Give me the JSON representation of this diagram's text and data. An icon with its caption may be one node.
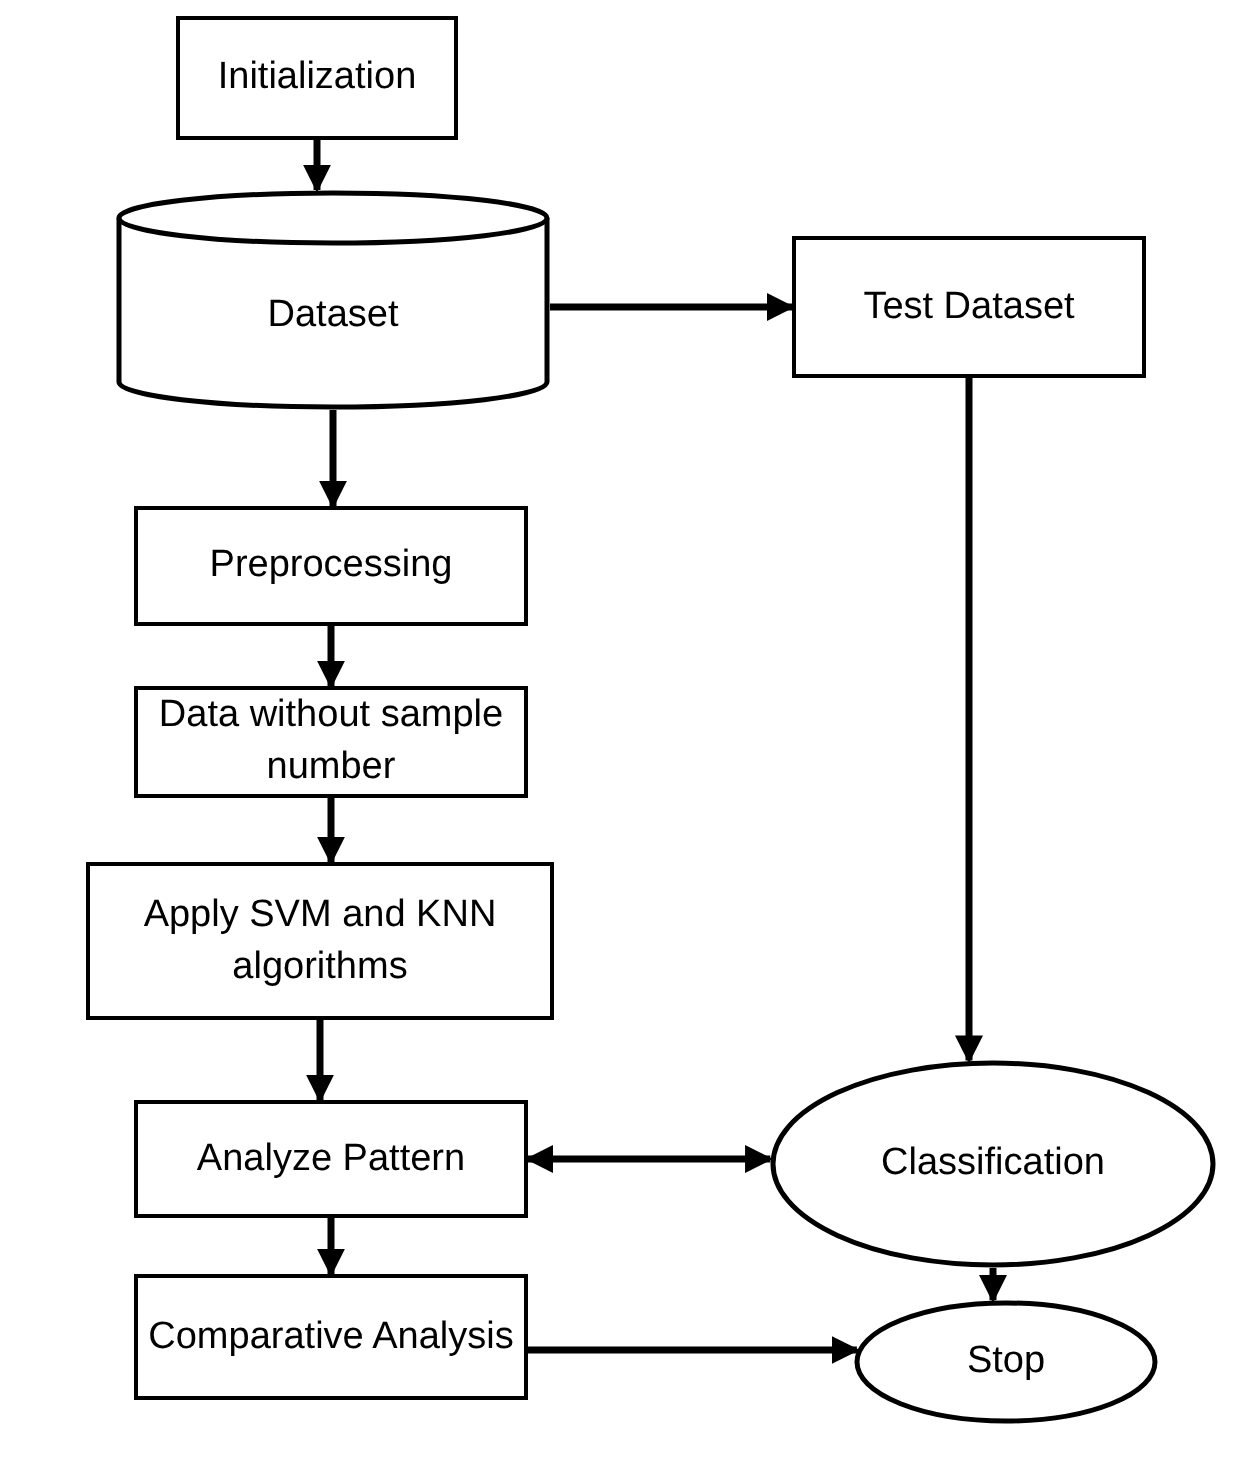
{
  "diagram": {
    "nodes": [
      {
        "text": [
          "Initialization"
        ]
      },
      {
        "text": [
          "Dataset"
        ]
      },
      {
        "text": [
          "Test Dataset"
        ]
      },
      {
        "text": [
          "Preprocessing"
        ]
      },
      {
        "text": [
          "Data without sample number"
        ]
      },
      {
        "text": [
          "Apply SVM and KNN algorithms"
        ]
      },
      {
        "text": [
          "Analyze Pattern"
        ]
      },
      {
        "text": [
          "Classification"
        ]
      },
      {
        "text": [
          "Comparative Analysis"
        ]
      },
      {
        "text": [
          "Stop"
        ]
      }
    ],
    "edges": [
      {
        "from": 0,
        "to": 1,
        "arrow": "to"
      },
      {
        "from": 1,
        "to": 2,
        "arrow": "to"
      },
      {
        "from": 1,
        "to": 3,
        "arrow": "to"
      },
      {
        "from": 3,
        "to": 4,
        "arrow": "to"
      },
      {
        "from": 4,
        "to": 5,
        "arrow": "to"
      },
      {
        "from": 5,
        "to": 6,
        "arrow": "to"
      },
      {
        "from": 2,
        "to": 7,
        "arrow": "to"
      },
      {
        "from": 6,
        "to": 7,
        "arrow": "both"
      },
      {
        "from": 6,
        "to": 8,
        "arrow": "to"
      },
      {
        "from": 7,
        "to": 9,
        "arrow": "to"
      },
      {
        "from": 8,
        "to": 9,
        "arrow": "to"
      }
    ]
  }
}
